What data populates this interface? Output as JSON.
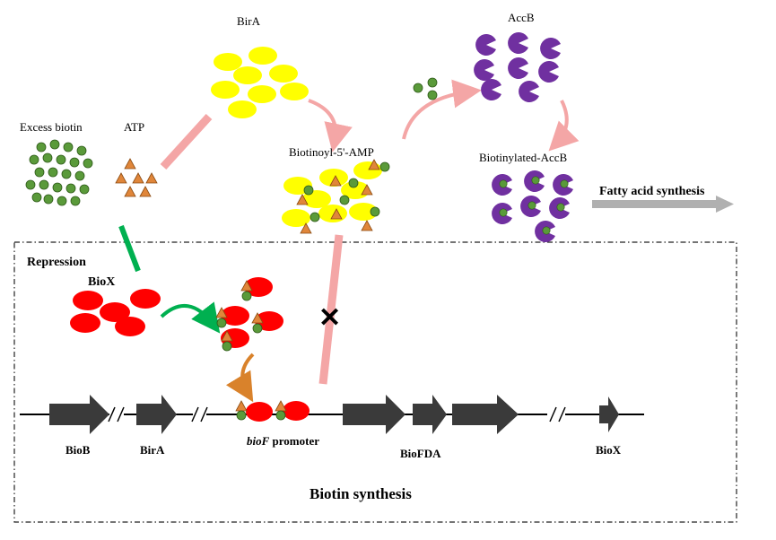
{
  "labels": {
    "excess_biotin": "Excess biotin",
    "atp": "ATP",
    "bira_top": "BirA",
    "accb": "AccB",
    "biotinoyl_amp": "Biotinoyl-5'-AMP",
    "biotinylated_accb": "Biotinylated-AccB",
    "fatty_acid": "Fatty acid synthesis",
    "repression": "Repression",
    "biox_top": "BioX",
    "biob": "BioB",
    "bira_gene": "BirA",
    "biof_italic": "bioF",
    "biof_rest": " promoter",
    "biofda": "BioFDA",
    "biox_gene": "BioX",
    "biotin_synthesis": "Biotin synthesis",
    "block_mark": "✕"
  },
  "colors": {
    "biotin_green": "#5a9a3a",
    "atp_orange": "#d9843c",
    "bira_yellow": "#ffff00",
    "accb_purple": "#7030a0",
    "biox_red": "#ff0000",
    "gene_arrow": "#3a3a3a",
    "inhibit_pink": "#f4a6a6",
    "repress_green": "#00b050",
    "fatty_gray": "#b0b0b0",
    "curve_orange": "#d9822b"
  }
}
